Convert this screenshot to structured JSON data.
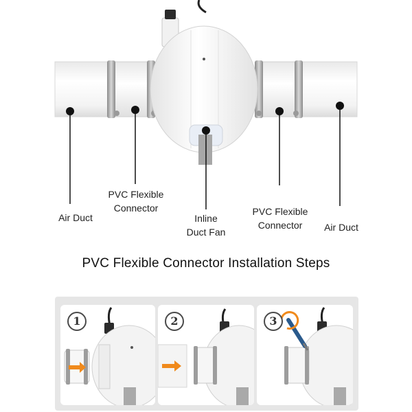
{
  "labels": {
    "air_duct_left": "Air Duct",
    "connector_left_line1": "PVC Flexible",
    "connector_left_line2": "Connector",
    "fan_line1": "Inline",
    "fan_line2": "Duct Fan",
    "connector_right_line1": "PVC Flexible",
    "connector_right_line2": "Connector",
    "air_duct_right": "Air Duct"
  },
  "title": "PVC Flexible Connector Installation Steps",
  "steps": [
    {
      "number": "1"
    },
    {
      "number": "2"
    },
    {
      "number": "3"
    }
  ],
  "colors": {
    "arrow": "#f08a1c",
    "pipe": "#f7f7f7",
    "clamp": "#a9a9a9",
    "panel_bg": "#e6e6e6"
  }
}
